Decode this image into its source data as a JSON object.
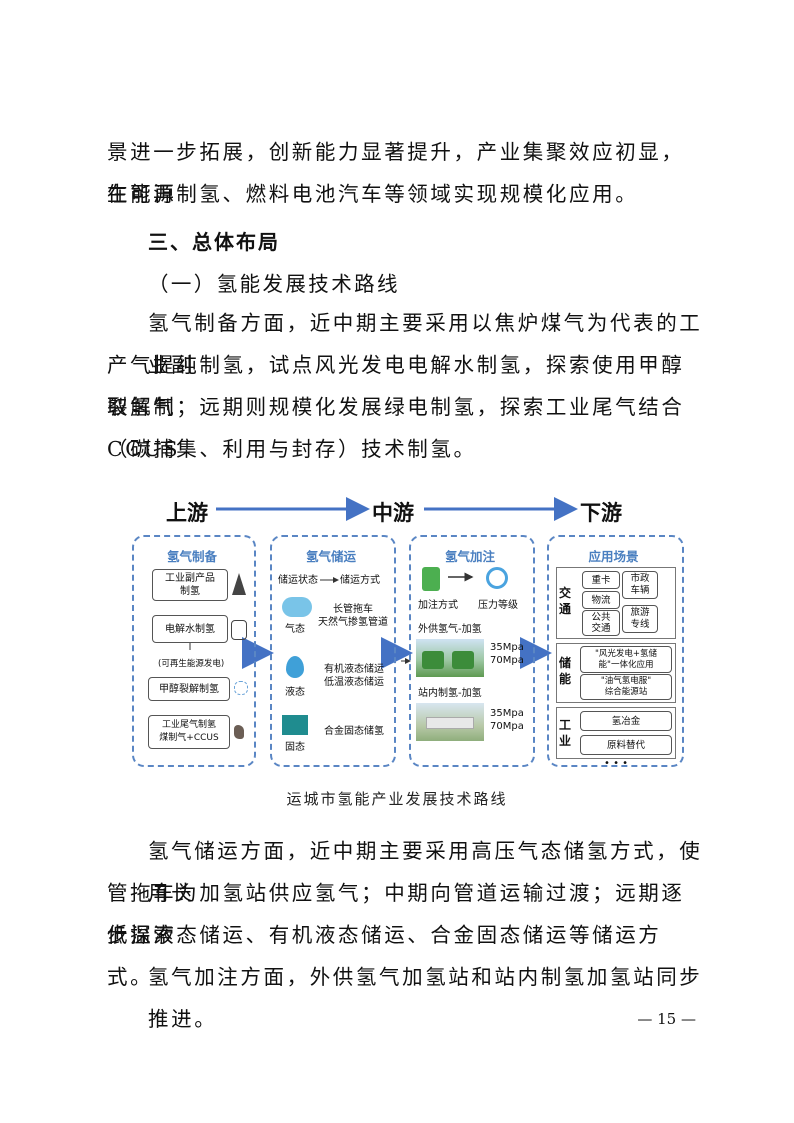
{
  "paragraphs": {
    "p1_line1": "景进一步拓展，创新能力显著提升，产业集聚效应初显，在可再",
    "p1_line2": "生能源制氢、燃料电池汽车等领域实现规模化应用。",
    "h3": "三、总体布局",
    "h_sub": "（一）氢能发展技术路线",
    "p2_line1": "氢气制备方面，近中期主要采用以焦炉煤气为代表的工业副",
    "p2_line2": "产气提纯制氢，试点风光发电电解水制氢，探索使用甲醇裂解制",
    "p2_line3": "取氢气；远期则规模化发展绿电制氢，探索工业尾气结合 CCUS",
    "p2_line4": "（碳捕集、利用与封存）技术制氢。",
    "p3_line1": "氢气储运方面，近中期主要采用高压气态储氢方式，使用长",
    "p3_line2": "管拖车为加氢站供应氢气；中期向管道运输过渡；远期逐步探索",
    "p3_line3": "低温液态储运、有机液态储运、合金固态储运等储运方式。",
    "p4_line1": "氢气加注方面，外供氢气加氢站和站内制氢加氢站同步推进。"
  },
  "figure": {
    "stages": [
      "上游",
      "中游",
      "下游"
    ],
    "prep": {
      "title": "氢气制备",
      "items": [
        "工业副产品\n制氢",
        "电解水制氢",
        "甲醇裂解制氢",
        "工业尾气制氢\n煤制气+CCUS"
      ],
      "note": "(可再生能源发电)"
    },
    "storage": {
      "title": "氢气储运",
      "flow_from": "储运状态",
      "flow_to": "储运方式",
      "gas_label": "气态",
      "gas_methods": "长管拖车\n天然气掺氢管道",
      "liquid_label": "液态",
      "liquid_methods": "有机液态储运\n低温液态储运",
      "solid_label": "固态",
      "solid_methods": "合金固态储氢"
    },
    "fueling": {
      "title": "氢气加注",
      "method_label": "加注方式",
      "pressure_label": "压力等级",
      "ext_label": "外供氢气-加氢",
      "ext_pressure": "35Mpa\n70Mpa",
      "onsite_label": "站内制氢-加氢",
      "onsite_pressure": "35Mpa\n70Mpa"
    },
    "apps": {
      "title": "应用场景",
      "transport_label": "交\n通",
      "transport_items": [
        "重卡",
        "市政\n车辆",
        "物流",
        "公共\n交通",
        "旅游\n专线"
      ],
      "storage_label": "储\n能",
      "storage_items": [
        "\"风光发电+氢储\n能\"一体化应用",
        "\"油气氢电服\"\n综合能源站"
      ],
      "industry_label": "工\n业",
      "industry_items": [
        "氢冶金",
        "原料替代"
      ],
      "ellipsis": "• • •"
    },
    "caption": "运城市氢能产业发展技术路线"
  },
  "page_number": "— 15 —",
  "colors": {
    "accent": "#4a7fc0",
    "arrow": "#4472c4",
    "dashed": "#5a86c4"
  }
}
